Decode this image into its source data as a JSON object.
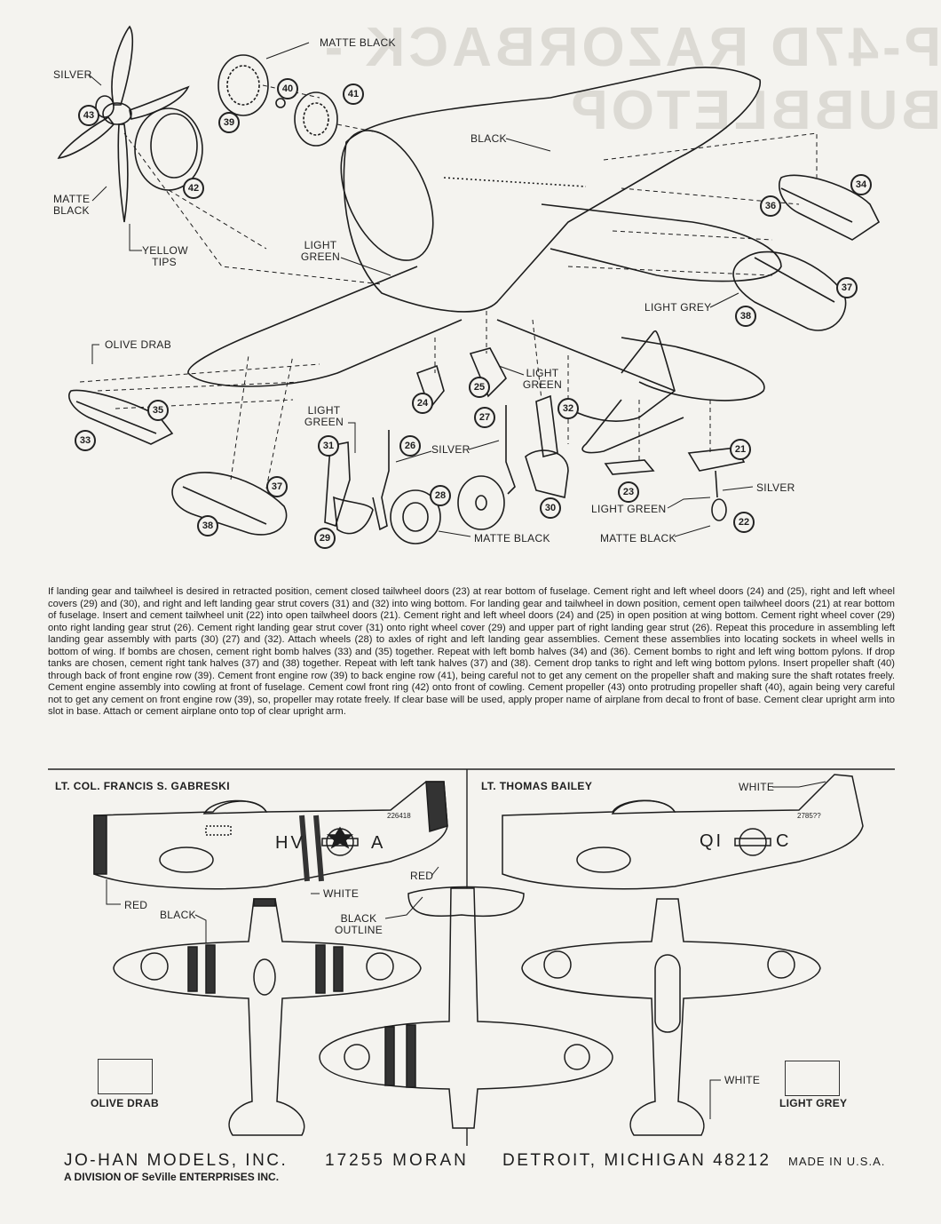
{
  "ghost_title": "P-47D RAZORBACK - BUBBLETOP",
  "callouts": {
    "matte_black_top": "MATTE BLACK",
    "silver_prop": "SILVER",
    "matte_black_prop": "MATTE\nBLACK",
    "yellow_tips": "YELLOW\nTIPS",
    "black_top": "BLACK",
    "light_green_1": "LIGHT\nGREEN",
    "light_grey": "LIGHT GREY",
    "olive_drab": "OLIVE DRAB",
    "light_green_2": "LIGHT\nGREEN",
    "light_green_3": "LIGHT\nGREEN",
    "silver_gear": "SILVER",
    "silver_tail": "SILVER",
    "light_green_4": "LIGHT GREEN",
    "matte_black_wheel": "MATTE BLACK",
    "matte_black_tail": "MATTE BLACK"
  },
  "part_numbers": [
    "43",
    "42",
    "39",
    "40",
    "41",
    "34",
    "36",
    "37",
    "38",
    "35",
    "33",
    "24",
    "25",
    "27",
    "32",
    "31",
    "26",
    "28",
    "30",
    "29",
    "37",
    "38",
    "21",
    "23",
    "22"
  ],
  "instructions": "If landing gear and tailwheel is desired in retracted position, cement closed tailwheel doors (23) at rear bottom of fuselage. Cement right and left wheel doors (24) and (25), right and left wheel covers (29) and (30), and right and left landing gear strut covers (31) and (32) into wing bottom. For landing gear and tailwheel in down position, cement open tailwheel doors (21) at rear bottom of fuselage. Insert and cement tailwheel unit (22) into open tailwheel doors (21). Cement right and left wheel doors (24) and (25) in open position at wing bottom. Cement right wheel cover (29) onto right landing gear strut (26). Cement right landing gear strut cover (31) onto right wheel cover (29) and upper part of right landing gear strut (26). Repeat this procedure in assembling left landing gear assembly with parts (30) (27) and (32). Attach wheels (28) to axles of right and left landing gear assemblies. Cement these assemblies into locating sockets in wheel wells in bottom of wing. If bombs are chosen, cement right bomb halves (33) and (35) together. Repeat with left bomb halves (34) and (36). Cement bombs to right and left wing bottom pylons. If drop tanks are chosen, cement right tank halves (37) and (38) together. Repeat with left tank halves (37) and (38). Cement drop tanks to right and left wing bottom pylons. Insert propeller shaft (40) through back of front engine row (39). Cement front engine row (39) to back engine row (41), being careful not to get any cement on the propeller shaft and making sure the shaft rotates freely. Cement engine assembly into cowling at front of fuselage. Cement cowl front ring (42) onto front of cowling. Cement propeller (43) onto protruding propeller shaft (40), again being very careful not to get any cement on front engine row (39), so, propeller may rotate freely. If clear base will be used, apply proper name of airplane from decal to front of base. Cement clear upright arm into slot in base. Attach or cement airplane onto top of clear upright arm.",
  "schemes": {
    "left": {
      "title": "LT. COL. FRANCIS S. GABRESKI",
      "serial": "226418",
      "code_left": "HV",
      "code_right": "A",
      "callouts": {
        "red_tail": "RED",
        "red_nose": "RED",
        "white": "WHITE",
        "black": "BLACK",
        "black_outline": "BLACK\nOUTLINE"
      }
    },
    "right": {
      "title": "LT. THOMAS BAILEY",
      "serial": "2785??",
      "code_left": "QI",
      "code_right": "C",
      "callouts": {
        "white_tail": "WHITE",
        "white_lower": "WHITE"
      }
    }
  },
  "swatches": [
    {
      "label": "OLIVE DRAB",
      "color": "#f4f3ef"
    },
    {
      "label": "LIGHT GREY",
      "color": "#f4f3ef"
    }
  ],
  "footer": {
    "company": "JO-HAN MODELS, INC.",
    "address": "17255 MORAN",
    "city": "DETROIT, MICHIGAN 48212",
    "made_in": "MADE IN U.S.A.",
    "division": "A DIVISION OF SeVille ENTERPRISES INC."
  }
}
